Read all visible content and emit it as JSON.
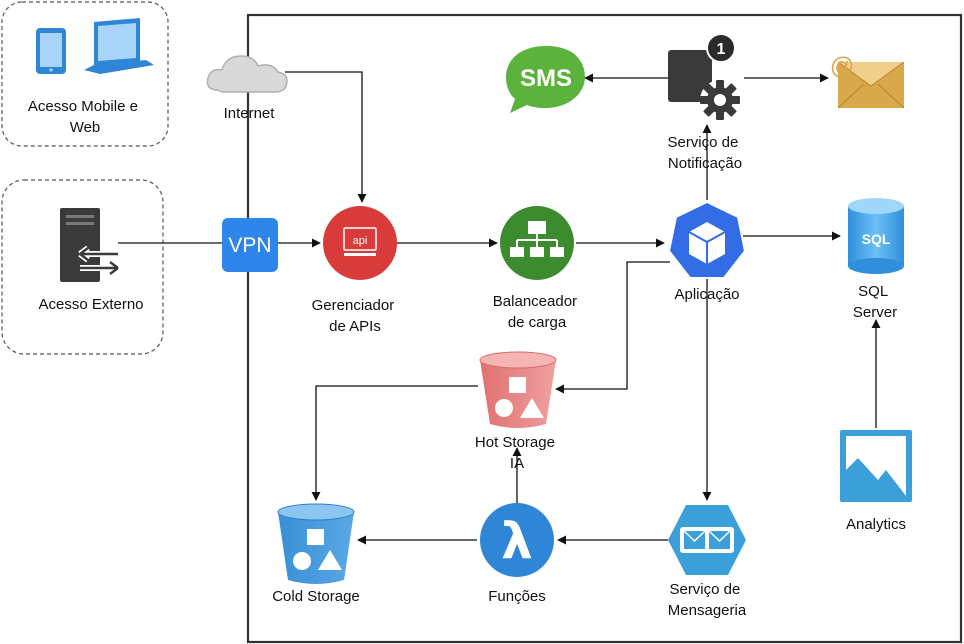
{
  "nodes": {
    "mobile_web": {
      "label_lines": [
        "Acesso Mobile e",
        "Web"
      ]
    },
    "external": {
      "label_lines": [
        "Acesso Externo"
      ]
    },
    "internet": {
      "label_lines": [
        "Internet"
      ]
    },
    "vpn": {
      "icon_text": "VPN"
    },
    "api_manager": {
      "icon_text": "api",
      "label_lines": [
        "Gerenciador",
        "de APIs"
      ]
    },
    "load_balancer": {
      "label_lines": [
        "Balanceador",
        "de carga"
      ]
    },
    "application": {
      "label_lines": [
        "Aplicação"
      ]
    },
    "sql_server": {
      "icon_text": "SQL",
      "label_lines": [
        "SQL",
        "Server"
      ]
    },
    "notification": {
      "badge": "1",
      "label_lines": [
        "Serviço de",
        "Notificação"
      ]
    },
    "sms": {
      "icon_text": "SMS"
    },
    "email": {
      "icon_text": "@"
    },
    "hot_storage": {
      "label_lines": [
        "Hot Storage",
        "IA"
      ]
    },
    "cold_storage": {
      "label_lines": [
        "Cold Storage"
      ]
    },
    "functions": {
      "icon_text": "λ",
      "label_lines": [
        "Funções"
      ]
    },
    "messaging": {
      "label_lines": [
        "Serviço de",
        "Mensageria"
      ]
    },
    "analytics": {
      "label_lines": [
        "Analytics"
      ]
    }
  },
  "colors": {
    "api_red": "#d93b3b",
    "lb_green": "#3d8b2f",
    "azure_blue": "#3b8fd9",
    "kube_blue": "#326de6",
    "sms_green": "#5bb33d",
    "email_gold": "#d9a84a",
    "hot_red": "#e58585",
    "dark_gray": "#3a3a3a"
  }
}
